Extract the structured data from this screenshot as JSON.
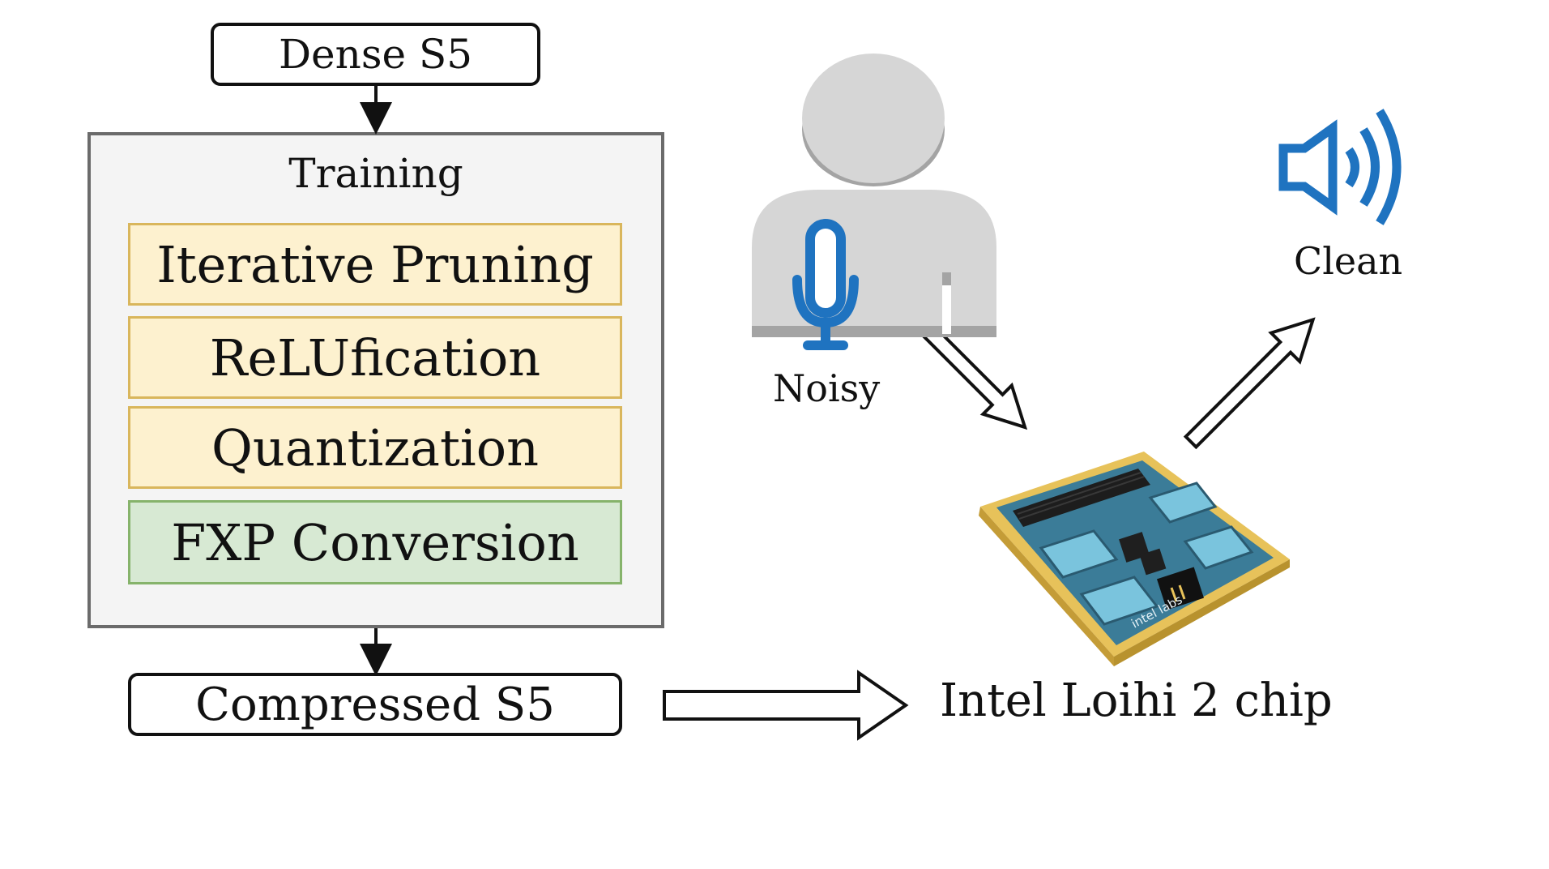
{
  "pipeline": {
    "input_model": "Dense S5",
    "training_title": "Training",
    "stages": [
      {
        "label": "Iterative Pruning",
        "color": "#fdf1cf"
      },
      {
        "label": "ReLUfication",
        "color": "#fdf1cf"
      },
      {
        "label": "Quantization",
        "color": "#fdf1cf"
      },
      {
        "label": "FXP Conversion",
        "color": "#d7e9d3"
      }
    ],
    "output_model": "Compressed S5"
  },
  "deployment": {
    "chip_label": "Intel Loihi 2 chip",
    "input_label": "Noisy",
    "output_label": "Clean",
    "chip_board_text": "intel labs"
  },
  "icons": [
    "person-icon",
    "microphone-icon",
    "speaker-icon",
    "chip-board-icon"
  ],
  "colors": {
    "accent_blue": "#1f73c0",
    "person_gray": "#d6d6d6",
    "training_bg": "#f4f4f4",
    "training_border": "#6b6b6b"
  }
}
